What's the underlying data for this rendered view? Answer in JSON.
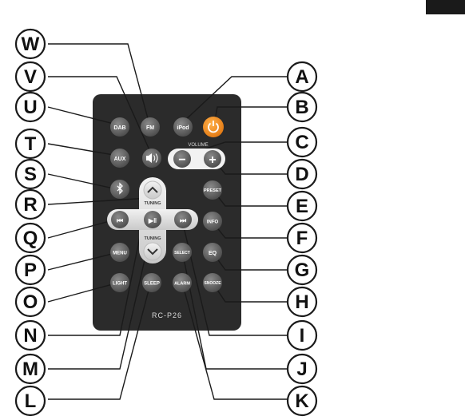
{
  "remote": {
    "model": "RC-P26",
    "volume_label": "VOLUME",
    "tuning_label_top": "TUNING",
    "tuning_label_bottom": "TUNING",
    "body_color": "#2b2b2b",
    "button_color": "#5a5a5a",
    "accent_color": "#f08a1c"
  },
  "buttons": [
    {
      "id": "dab",
      "label": "DAB",
      "icon": ""
    },
    {
      "id": "fm",
      "label": "FM",
      "icon": ""
    },
    {
      "id": "ipod",
      "label": "iPod",
      "icon": ""
    },
    {
      "id": "power",
      "label": "",
      "icon": "power-icon"
    },
    {
      "id": "aux",
      "label": "AUX",
      "icon": ""
    },
    {
      "id": "mute",
      "label": "",
      "icon": "speaker-mute-icon"
    },
    {
      "id": "vol-down",
      "label": "−",
      "icon": "minus-icon"
    },
    {
      "id": "vol-up",
      "label": "+",
      "icon": "plus-icon"
    },
    {
      "id": "bluetooth",
      "label": "",
      "icon": "bluetooth-icon"
    },
    {
      "id": "preset",
      "label": "PRESET",
      "icon": ""
    },
    {
      "id": "tuning-up",
      "label": "",
      "icon": "chevron-up-icon"
    },
    {
      "id": "prev",
      "label": "⏮",
      "icon": "skip-back-icon"
    },
    {
      "id": "play",
      "label": "▶‖",
      "icon": "play-pause-icon"
    },
    {
      "id": "next",
      "label": "⏭",
      "icon": "skip-forward-icon"
    },
    {
      "id": "info",
      "label": "INFO",
      "icon": ""
    },
    {
      "id": "menu",
      "label": "MENU",
      "icon": ""
    },
    {
      "id": "tuning-down",
      "label": "",
      "icon": "chevron-down-icon"
    },
    {
      "id": "select",
      "label": "SELECT",
      "icon": ""
    },
    {
      "id": "eq",
      "label": "EQ",
      "icon": ""
    },
    {
      "id": "light",
      "label": "LIGHT",
      "icon": ""
    },
    {
      "id": "sleep",
      "label": "SLEEP",
      "icon": ""
    },
    {
      "id": "alarm",
      "label": "ALARM",
      "icon": ""
    },
    {
      "id": "snooze",
      "label": "SNOOZE",
      "icon": ""
    }
  ],
  "callouts_left": [
    "W",
    "V",
    "U",
    "T",
    "S",
    "R",
    "Q",
    "P",
    "O",
    "N",
    "M",
    "L"
  ],
  "callouts_right": [
    "A",
    "B",
    "C",
    "D",
    "E",
    "F",
    "G",
    "H",
    "I",
    "J",
    "K"
  ]
}
